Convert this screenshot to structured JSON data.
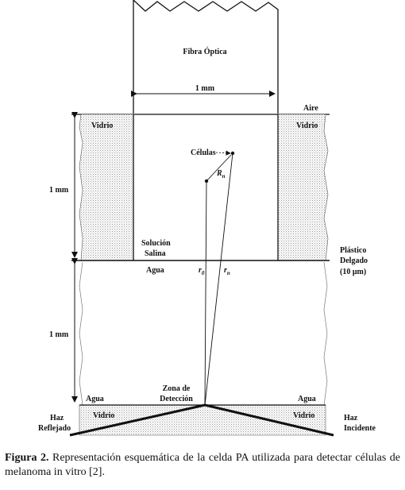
{
  "labels": {
    "fibra": "Fibra Óptica",
    "mm_top": "1 mm",
    "aire": "Aire",
    "vidrio_tl": "Vidrio",
    "vidrio_tr": "Vidrio",
    "celulas": "Células",
    "rn": "R",
    "rn_sub": "n",
    "mm_left_1": "1 mm",
    "solucion": "Solución",
    "salina": "Salina",
    "agua_mid": "Agua",
    "r0": "r",
    "r0_sub": "0",
    "rn2": "r",
    "rn2_sub": "n",
    "plastico": "Plástico",
    "delgado": "Delgado",
    "espesor": "(10 μm)",
    "mm_left_2": "1 mm",
    "agua_bl": "Agua",
    "agua_br": "Agua",
    "zona": "Zona de",
    "deteccion": "Detección",
    "haz_l1": "Haz",
    "haz_l2": "Reflejado",
    "haz_r1": "Haz",
    "haz_r2": "Incidente",
    "vidrio_bl": "Vidrio",
    "vidrio_br": "Vidrio"
  },
  "caption": {
    "label": "Figura 2.",
    "text": " Representación esquemática de la celda PA utilizada para detectar células de melanoma in vitro [2]."
  }
}
